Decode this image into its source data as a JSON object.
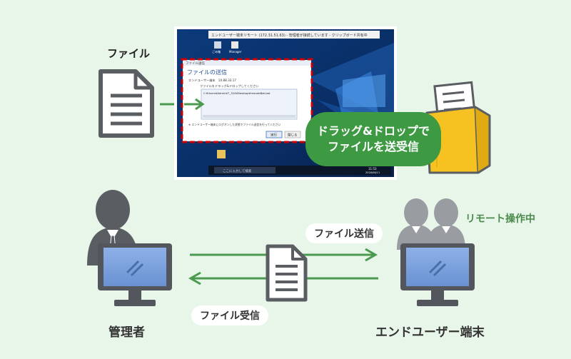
{
  "labels": {
    "file": "ファイル",
    "remote_operating": "リモート操作中",
    "admin": "管理者",
    "end_user_terminal": "エンドユーザー端末",
    "file_send": "ファイル送信",
    "file_receive": "ファイル受信",
    "drag_drop_line1": "ドラッグ&ドロップで",
    "drag_drop_line2": "ファイルを送受信"
  },
  "screenshot": {
    "window_title": "エンドユーザー端末リモート (172.31.51.63) - 管理者が接続しています - クリップボード共有中",
    "dialog_header": "ファイル送信",
    "dialog_title": "ファイルの送信",
    "terminal_line": "エンドユーザー端末　10.88.33.17",
    "instruction": "ファイルをドラッグ&ドロップしてください",
    "file_path": "C:¥Users¥Admin¥7_324¥Desktop¥remoteBat.bat",
    "note": "※ エンドユーザー端末にログオンした状態でファイル送信を行ってください",
    "send_button": "実行",
    "close_button": "閉じる",
    "desktop_icons": [
      "ごみ箱",
      "Manager"
    ],
    "taskbar_search": "ここに入力して検索",
    "clock_time": "11:53",
    "clock_date": "2018/06/11"
  },
  "colors": {
    "background": "#e8f6e9",
    "accent_green": "#4a9a50",
    "bubble_green": "#3d9a43",
    "dashed_red": "#cc0000",
    "person_gray": "#5a5d62",
    "monitor_frame": "#53565c",
    "monitor_screen": "#7aa0dc",
    "folder_yellow": "#f6c221"
  },
  "icons": [
    "document-icon",
    "folder-icon",
    "person-icon",
    "monitor-icon",
    "arrow-right-icon",
    "arrow-left-icon"
  ]
}
